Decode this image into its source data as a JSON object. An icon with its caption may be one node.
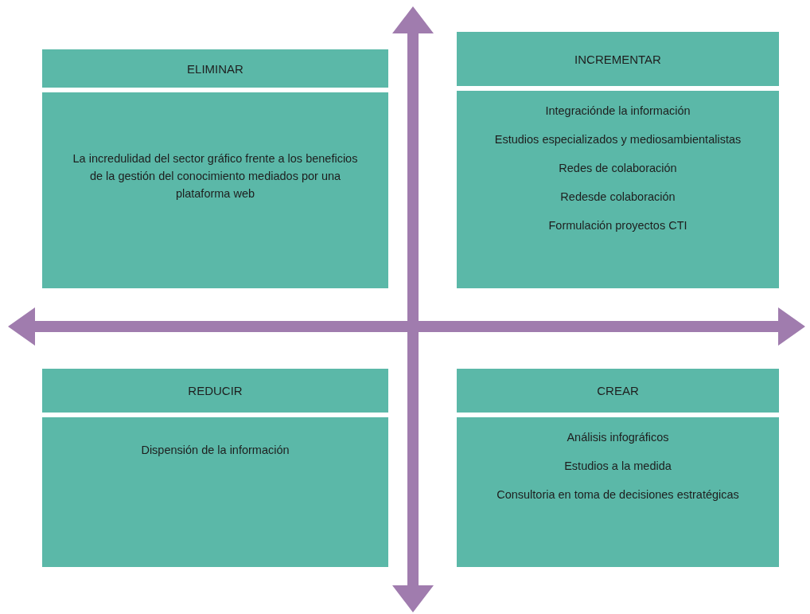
{
  "diagram": {
    "nodes": [
      {
        "text": [
          "ELIMINAR",
          "La incredulidad del sector gráfico frente a los beneficios de la gestión del conocimiento mediados por una plataforma web"
        ]
      },
      {
        "text": [
          "INCREMENTAR",
          "Integraciónde la información",
          "Estudios especializados y mediosambientalistas",
          "Redes de colaboración",
          "Redesde colaboración",
          "Formulación proyectos CTI"
        ]
      },
      {
        "text": [
          "REDUCIR",
          "Dispensión de la información"
        ]
      },
      {
        "text": [
          "CREAR",
          "Análisis infográficos",
          "Estudios a la medida",
          "Consultoria en toma de decisiones estratégicas"
        ]
      }
    ]
  }
}
